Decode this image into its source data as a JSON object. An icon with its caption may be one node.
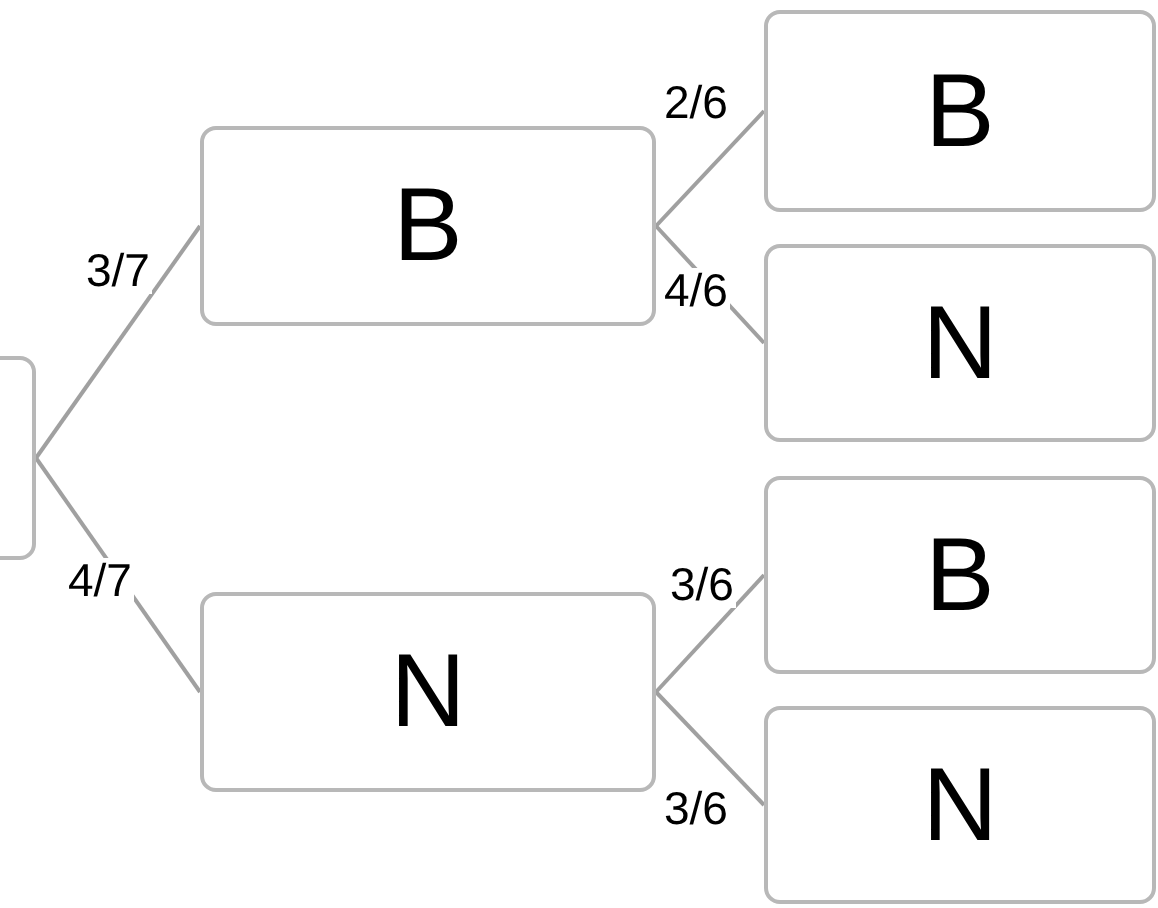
{
  "diagram": {
    "nodes": [
      {
        "text": [],
        "shape": "box"
      },
      {
        "text": [
          "B"
        ]
      },
      {
        "text": [
          "N"
        ]
      },
      {
        "text": [
          "B"
        ]
      },
      {
        "text": [
          "N"
        ]
      },
      {
        "text": [
          "B"
        ]
      },
      {
        "text": [
          "N"
        ]
      }
    ],
    "edges": [
      {
        "from": 0,
        "to": 1,
        "arrow": "none",
        "label": "3/7"
      },
      {
        "from": 0,
        "to": 2,
        "arrow": "none",
        "label": "4/7"
      },
      {
        "from": 1,
        "to": 3,
        "arrow": "none",
        "label": "2/6"
      },
      {
        "from": 1,
        "to": 4,
        "arrow": "none",
        "label": "4/6"
      },
      {
        "from": 2,
        "to": 5,
        "arrow": "none",
        "label": "3/6"
      },
      {
        "from": 2,
        "to": 6,
        "arrow": "none",
        "label": "3/6"
      }
    ]
  }
}
